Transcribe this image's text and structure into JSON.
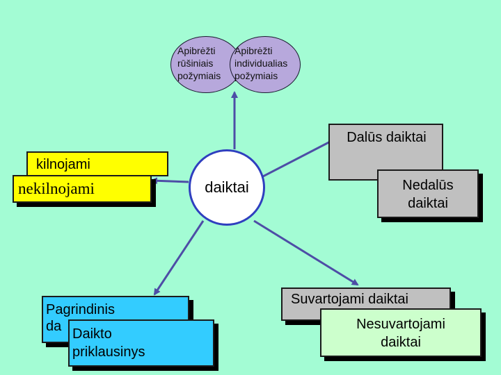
{
  "center": {
    "label": "daiktai"
  },
  "ellipses": {
    "left_text": "Apibrėžti\nrūšiniais\npožymiais",
    "right_text": "Apibrėžti\nindividualias\npožymiais"
  },
  "divisible": {
    "label": "Dalūs daiktai"
  },
  "indivisible": {
    "label": "Nedalūs\ndaiktai"
  },
  "movable": {
    "label": "kilnojami"
  },
  "immovable": {
    "label": "nekilnojami"
  },
  "principal": {
    "label": "Pagrindinis\nda"
  },
  "accessory": {
    "label": "Daikto\npriklausinys"
  },
  "consumable": {
    "label": "Suvartojami daiktai"
  },
  "nonconsumable": {
    "label": "Nesuvartojami\ndaiktai"
  },
  "colors": {
    "background": "#a3fcd4",
    "arrow": "#4d4da6",
    "circle_border": "#2f3fbf",
    "ellipse_fill": "#b7a8dc",
    "grey_box": "#c0c0c0",
    "yellow_box": "#ffff00",
    "cyan_box": "#33ccff",
    "green_box": "#ccffcc"
  }
}
